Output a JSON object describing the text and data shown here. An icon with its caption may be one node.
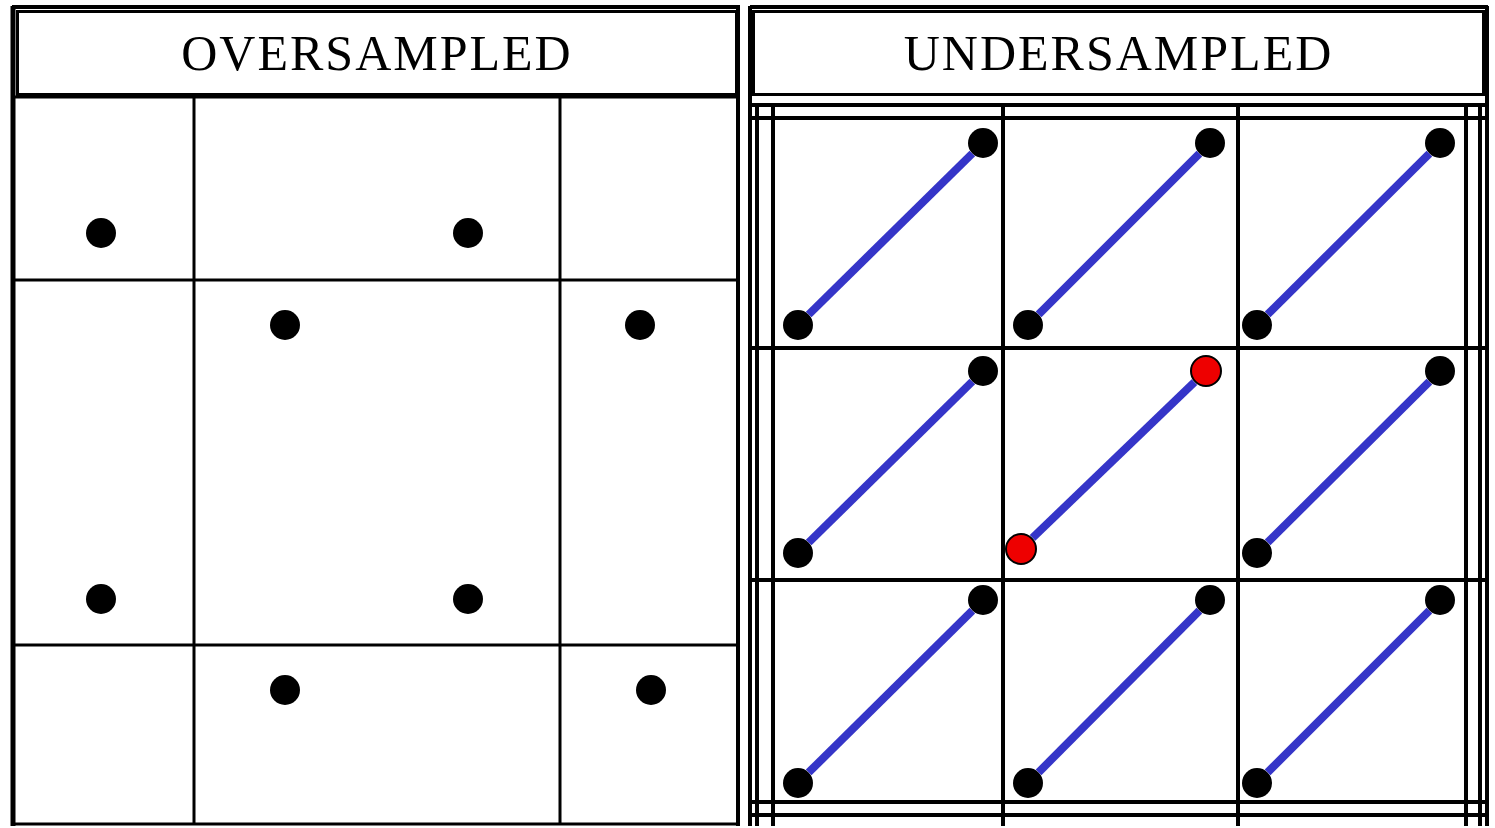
{
  "diagram": {
    "nodes": [
      {
        "text": [
          "OVERSAMPLED"
        ]
      },
      {
        "text": [],
        "shape": "circle"
      },
      {
        "text": [],
        "shape": "circle"
      },
      {
        "text": [],
        "shape": "circle"
      },
      {
        "text": [],
        "shape": "circle"
      },
      {
        "text": [],
        "shape": "circle"
      },
      {
        "text": [],
        "shape": "circle"
      },
      {
        "text": [],
        "shape": "circle"
      },
      {
        "text": [],
        "shape": "circle"
      },
      {
        "text": [
          "UNDERSAMPLED"
        ]
      },
      {
        "text": [],
        "shape": "circle"
      },
      {
        "text": [],
        "shape": "circle"
      },
      {
        "text": [],
        "shape": "circle"
      },
      {
        "text": [],
        "shape": "circle"
      },
      {
        "text": [],
        "shape": "circle"
      },
      {
        "text": [],
        "shape": "circle"
      },
      {
        "text": [],
        "shape": "circle"
      },
      {
        "text": [],
        "shape": "circle"
      },
      {
        "text": [],
        "shape": "circle"
      },
      {
        "text": [],
        "shape": "circle"
      },
      {
        "text": [],
        "shape": "circle"
      },
      {
        "text": [],
        "shape": "circle"
      },
      {
        "text": [],
        "shape": "circle"
      },
      {
        "text": [],
        "shape": "circle"
      },
      {
        "text": [],
        "shape": "circle"
      },
      {
        "text": [],
        "shape": "circle"
      },
      {
        "text": [],
        "shape": "circle"
      },
      {
        "text": [],
        "shape": "circle"
      }
    ],
    "edges": [
      {
        "from": 13,
        "to": 10,
        "arrow": "none"
      },
      {
        "from": 14,
        "to": 11,
        "arrow": "none"
      },
      {
        "from": 15,
        "to": 12,
        "arrow": "none"
      },
      {
        "from": 19,
        "to": 16,
        "arrow": "none"
      },
      {
        "from": 20,
        "to": 17,
        "arrow": "none"
      },
      {
        "from": 21,
        "to": 18,
        "arrow": "none"
      },
      {
        "from": 25,
        "to": 22,
        "arrow": "none"
      },
      {
        "from": 26,
        "to": 23,
        "arrow": "none"
      },
      {
        "from": 27,
        "to": 24,
        "arrow": "none"
      }
    ]
  }
}
